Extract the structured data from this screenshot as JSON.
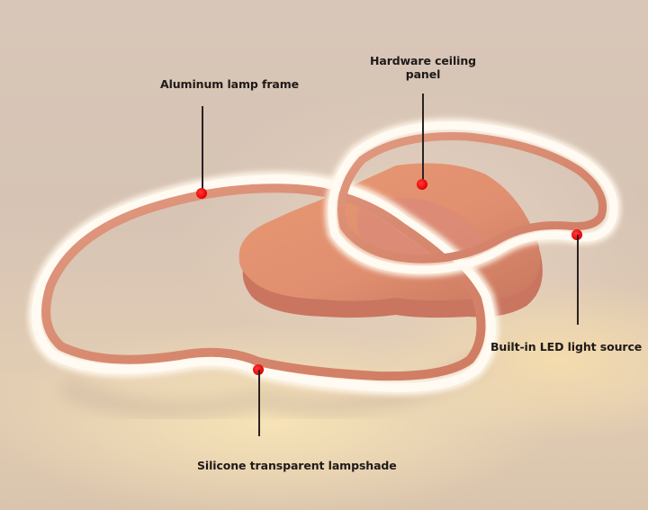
{
  "image": {
    "subject": "Heart-shaped double-ring LED ceiling lamp",
    "colors": {
      "background": "#d8c6b8",
      "frame_pink": "#d98a70",
      "led_glow": "#fff6e8",
      "marker_red": "#e60000",
      "label_text": "#1f1a18"
    }
  },
  "callouts": [
    {
      "id": "frame",
      "label": "Aluminum lamp frame",
      "marker": [
        224,
        215
      ]
    },
    {
      "id": "panel",
      "label_line1": "Hardware ceiling",
      "label_line2": "panel",
      "marker": [
        469,
        205
      ]
    },
    {
      "id": "led",
      "label": "Built-in LED light source",
      "marker": [
        641,
        261
      ]
    },
    {
      "id": "shade",
      "label": "Silicone transparent lampshade",
      "marker": [
        287,
        411
      ]
    }
  ]
}
